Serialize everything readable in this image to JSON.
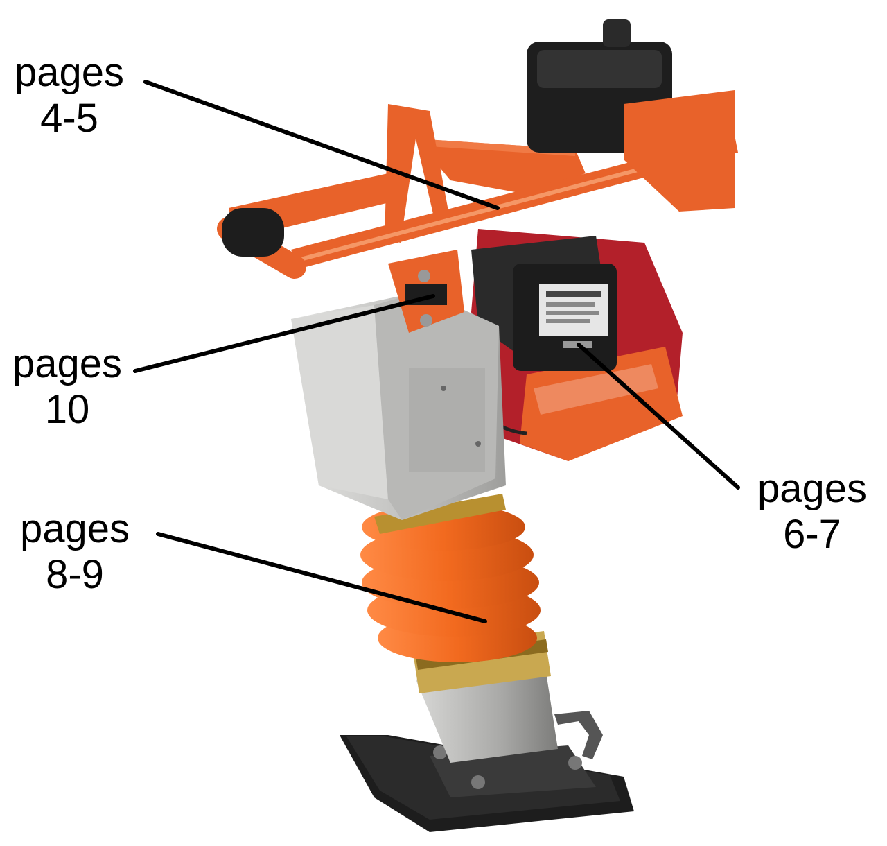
{
  "callouts": [
    {
      "id": "handle",
      "line1": "pages",
      "line2": "4-5"
    },
    {
      "id": "gearbox",
      "line1": "pages",
      "line2": "10"
    },
    {
      "id": "engine",
      "line1": "pages",
      "line2": "6-7"
    },
    {
      "id": "bellows",
      "line1": "pages",
      "line2": "8-9"
    }
  ],
  "colors": {
    "frame_orange": "#e8622a",
    "bellows_orange": "#f26a1f",
    "engine_red": "#b3202a",
    "aluminum": "#c9c9c7",
    "dark": "#1f1f1f",
    "leader_line": "#000000"
  }
}
